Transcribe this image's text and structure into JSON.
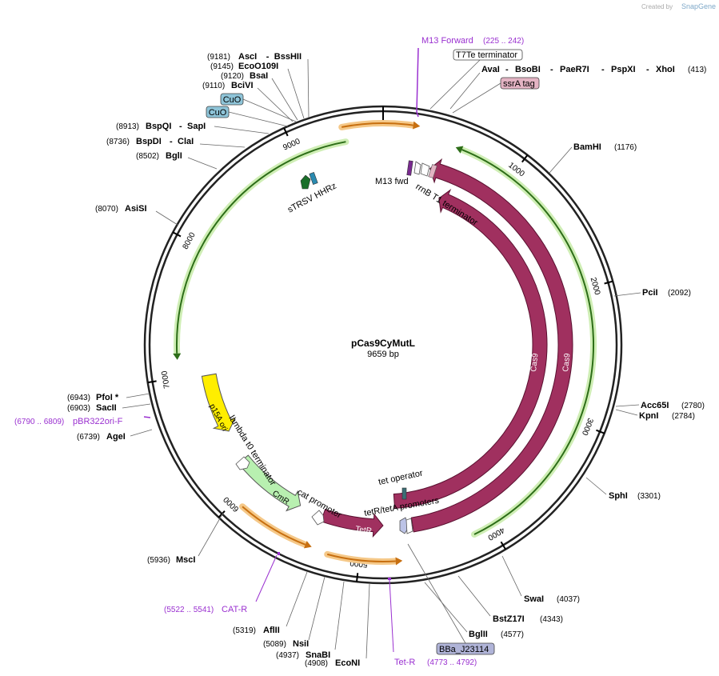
{
  "credit": {
    "prefix": "Created by",
    "brand": "SnapGene"
  },
  "plasmid": {
    "name": "pCas9CyMutL",
    "length": "9659 bp"
  },
  "ticks": [
    "1000",
    "2000",
    "3000",
    "4000",
    "5000",
    "6000",
    "7000",
    "8000",
    "9000"
  ],
  "sites": [
    {
      "pos": "(9181)",
      "name": "AscI",
      "sep": "-",
      "name2": "BssHII"
    },
    {
      "pos": "(9145)",
      "name": "EcoO109I"
    },
    {
      "pos": "(9120)",
      "name": "BsaI"
    },
    {
      "pos": "(9110)",
      "name": "BciVI"
    },
    {
      "pos": "(8913)",
      "name": "BspQI",
      "sep": "-",
      "name2": "SapI"
    },
    {
      "pos": "(8736)",
      "name": "BspDI",
      "sep": "-",
      "name2": "ClaI"
    },
    {
      "pos": "(8502)",
      "name": "BglI"
    },
    {
      "pos": "(8070)",
      "name": "AsiSI"
    },
    {
      "pos": "(6943)",
      "name": "PfoI *"
    },
    {
      "pos": "(6903)",
      "name": "SacII"
    },
    {
      "pos": "(6739)",
      "name": "AgeI"
    },
    {
      "pos": "(5936)",
      "name": "MscI"
    },
    {
      "pos": "(5319)",
      "name": "AflII"
    },
    {
      "pos": "(5089)",
      "name": "NsiI"
    },
    {
      "pos": "(4937)",
      "name": "SnaBI"
    },
    {
      "pos": "(4908)",
      "name": "EcoNI"
    },
    {
      "name": "AvaI",
      "sep": "-",
      "name2": "BsoBI",
      "sep2": "-",
      "name3": "PaeR7I",
      "sep3": "-",
      "name4": "PspXI",
      "sep4": "-",
      "name5": "XhoI",
      "pos": "(413)"
    },
    {
      "name": "BamHI",
      "pos": "(1176)"
    },
    {
      "name": "PciI",
      "pos": "(2092)"
    },
    {
      "name": "Acc65I",
      "pos": "(2780)"
    },
    {
      "name": "KpnI",
      "pos": "(2784)"
    },
    {
      "name": "SphI",
      "pos": "(3301)"
    },
    {
      "name": "SwaI",
      "pos": "(4037)"
    },
    {
      "name": "BstZ17I",
      "pos": "(4343)"
    },
    {
      "name": "BglII",
      "pos": "(4577)"
    }
  ],
  "boxed_labels": {
    "cuo1": "CuO",
    "cuo2": "CuO",
    "t7te": "T7Te terminator",
    "ssra": "ssrA tag",
    "bba": "BBa_J23114"
  },
  "primers": [
    {
      "name": "M13 Forward",
      "range": "(225 .. 242)"
    },
    {
      "name": "pBR322ori-F",
      "range": "(6790 .. 6809)"
    },
    {
      "name": "CAT-R",
      "range": "(5522 .. 5541)"
    },
    {
      "name": "Tet-R",
      "range": "(4773 .. 4792)"
    }
  ],
  "features": {
    "m13fwd": "M13 fwd",
    "rrnb": "rrnB T1 terminator",
    "strsv": "sTRSV HHRz",
    "cas9a": "Cas9",
    "cas9b": "Cas9",
    "tetop": "tet operator",
    "tetpromoters": "tetR/tetA promoters",
    "tetr": "TetR",
    "cmr": "CmR",
    "catpromoter": "cat promoter",
    "lambda": "lambda t0 terminator",
    "p15a": "p15A ori"
  },
  "colors": {
    "cas9": "#a0305f",
    "green_arrow": "#9ad85a",
    "orange_arrow": "#f0a030",
    "p15a": "#ffee00",
    "cmr": "#b8f0b0",
    "primer": "#9a30d0",
    "cuo_box": "#8ec4d8",
    "ssra_box": "#e3b3c3",
    "bba_box": "#b0b4d8"
  }
}
